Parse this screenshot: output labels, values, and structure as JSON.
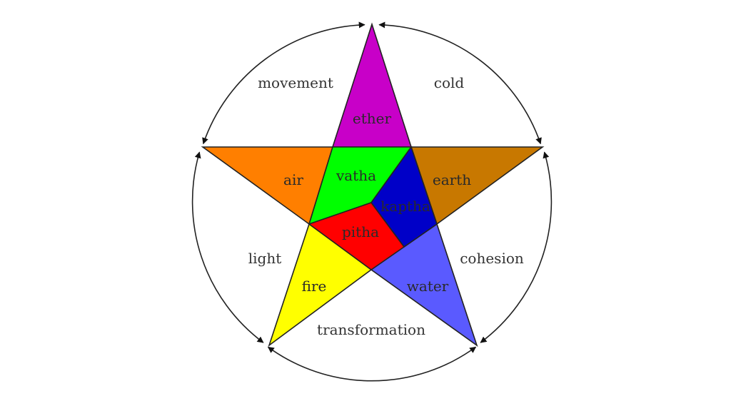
{
  "diagram": {
    "elements": [
      {
        "id": "ether",
        "label": "ether",
        "color": "#C800C8"
      },
      {
        "id": "air",
        "label": "air",
        "color": "#FF7F00"
      },
      {
        "id": "earth",
        "label": "earth",
        "color": "#C87800"
      },
      {
        "id": "fire",
        "label": "fire",
        "color": "#FFFF00"
      },
      {
        "id": "water",
        "label": "water",
        "color": "#5A5AFF"
      }
    ],
    "doshas": [
      {
        "id": "vatha",
        "label": "vatha",
        "color": "#00FF00"
      },
      {
        "id": "kaptha",
        "label": "kaptha",
        "color": "#0000C8"
      },
      {
        "id": "pitha",
        "label": "pitha",
        "color": "#FF0000"
      }
    ],
    "qualities": [
      {
        "id": "movement",
        "label": "movement"
      },
      {
        "id": "cold",
        "label": "cold"
      },
      {
        "id": "cohesion",
        "label": "cohesion"
      },
      {
        "id": "transformation",
        "label": "transformation"
      },
      {
        "id": "light",
        "label": "light"
      }
    ],
    "line_color": "#222222"
  }
}
